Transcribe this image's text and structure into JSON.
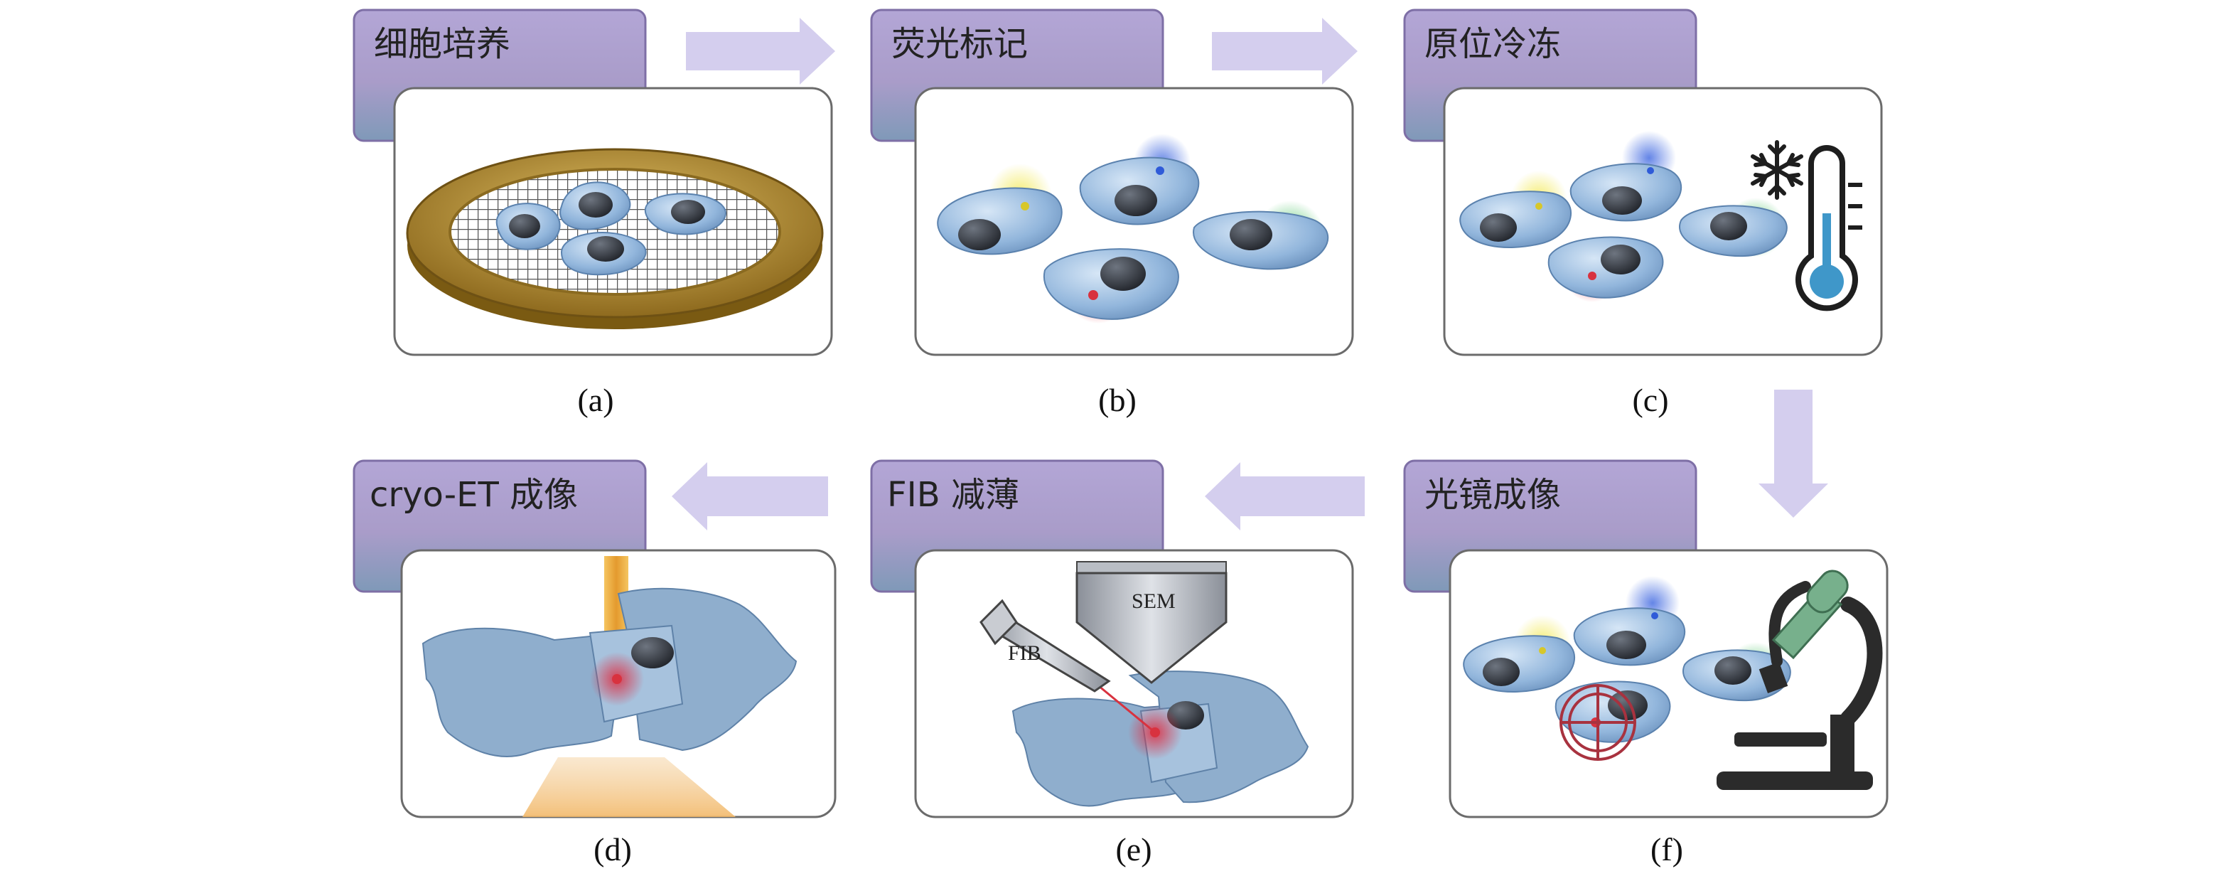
{
  "steps": [
    {
      "title": "细胞培养",
      "caption": "(a)"
    },
    {
      "title": "荧光标记",
      "caption": "(b)"
    },
    {
      "title": "原位冷冻",
      "caption": "(c)"
    },
    {
      "title": "cryo-ET 成像",
      "caption": "(d)"
    },
    {
      "title": "FIB 减薄",
      "caption": "(e)"
    },
    {
      "title": "光镜成像",
      "caption": "(f)"
    }
  ],
  "labels": {
    "sem": "SEM",
    "fib": "FIB"
  },
  "icons": [
    "snowflake-icon",
    "thermometer-icon",
    "microscope-icon"
  ],
  "colors": {
    "tab": "#a89cc8",
    "tab_bottom": "#8fa3bd",
    "arrow": "#d4ceee",
    "cell": "#8fb3d9",
    "nucleus": "#2b2f36",
    "grid_ring": "#b98f2c",
    "lamella": "#8faecd",
    "beam": "#e6a93a",
    "marker_red": "#d8323f"
  }
}
